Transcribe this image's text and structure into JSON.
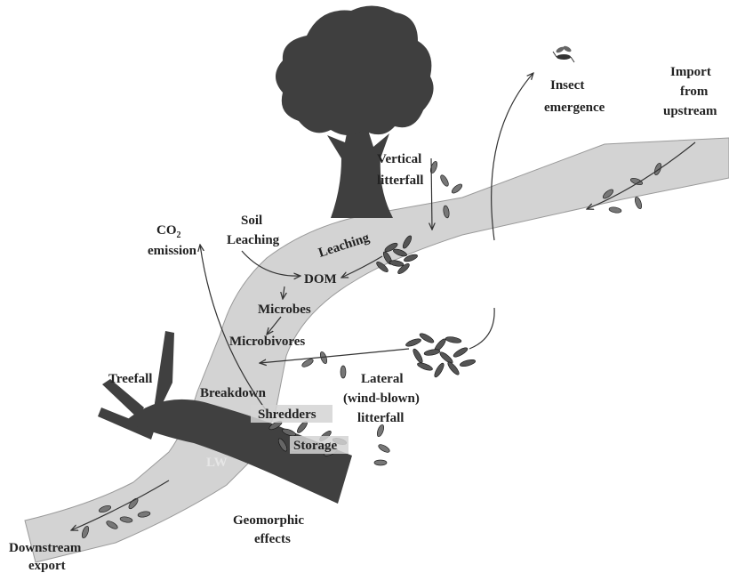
{
  "labels": {
    "insect_emergence_1": "Insect",
    "insect_emergence_2": "emergence",
    "import_1": "Import",
    "import_2": "from",
    "import_3": "upstream",
    "vertical_1": "Vertical",
    "vertical_2": "litterfall",
    "co2_main": "CO",
    "co2_sub": "2",
    "co2_line2": "emission",
    "soil_1": "Soil",
    "soil_2": "Leaching",
    "leaching": "Leaching",
    "dom": "DOM",
    "microbes": "Microbes",
    "microbivores": "Microbivores",
    "treefall": "Treefall",
    "breakdown": "Breakdown",
    "lateral_1": "Lateral",
    "lateral_2": "(wind-blown)",
    "lateral_3": "litterfall",
    "shredders": "Shredders",
    "storage": "Storage",
    "lw": "LW",
    "geomorphic_1": "Geomorphic",
    "geomorphic_2": "effects",
    "downstream_1": "Downstream",
    "downstream_2": "export"
  },
  "colors": {
    "stream": "#d3d3d3",
    "tree": "#3f3f3f",
    "log": "#404040",
    "leaf": "#555555",
    "text": "#222222"
  }
}
